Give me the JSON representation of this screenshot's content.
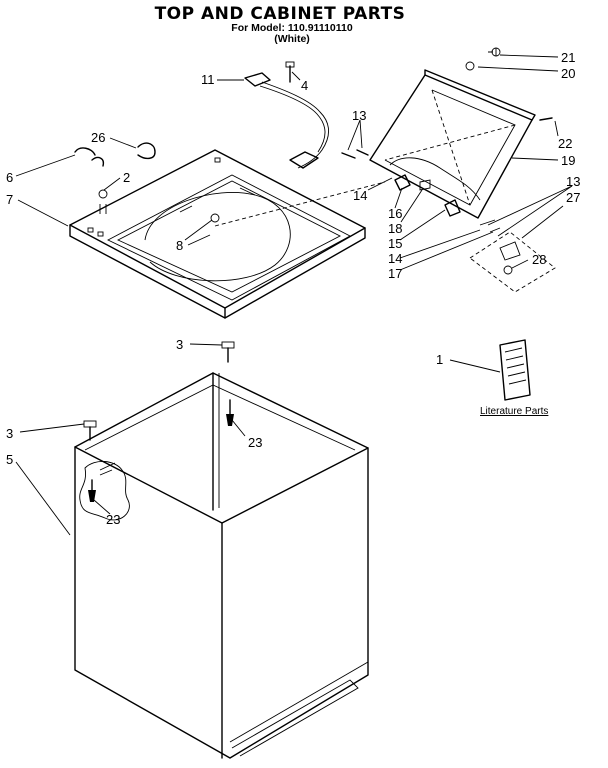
{
  "title": "TOP AND CABINET PARTS",
  "model_line": "For Model: 110.91110110",
  "model_color": "(White)",
  "callouts": {
    "c1": "1",
    "c2": "2",
    "c3a": "3",
    "c3b": "3",
    "c4": "4",
    "c5": "5",
    "c6": "6",
    "c7": "7",
    "c8": "8",
    "c11": "11",
    "c13a": "13",
    "c13b": "13",
    "c14a": "14",
    "c14b": "14",
    "c15": "15",
    "c16": "16",
    "c17": "17",
    "c18": "18",
    "c19": "19",
    "c20": "20",
    "c21": "21",
    "c22": "22",
    "c23a": "23",
    "c23b": "23",
    "c26": "26",
    "c27": "27",
    "c28": "28"
  },
  "literature_label": "Literature Parts"
}
